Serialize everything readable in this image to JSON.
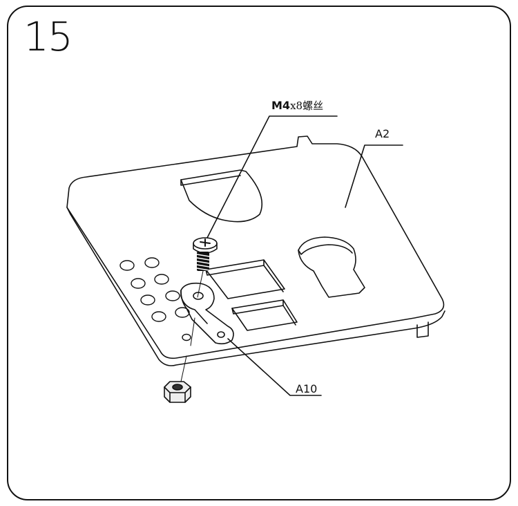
{
  "step_number": "15",
  "labels": {
    "a2": "A2",
    "a10": "A10",
    "screw_size": "M4",
    "screw_rest": "x8螺丝"
  }
}
